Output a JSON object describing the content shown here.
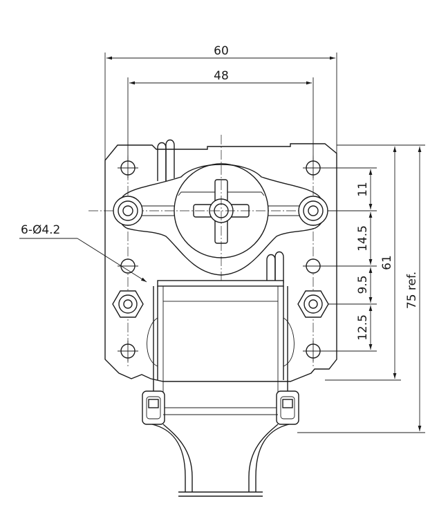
{
  "dimensions": {
    "width_overall": "60",
    "width_mount": "48",
    "h1": "11",
    "h2": "14.5",
    "h3": "9.5",
    "h4": "12.5",
    "height_frame": "61",
    "height_ref": "75 ref.",
    "holes": "6-Ø4.2"
  }
}
